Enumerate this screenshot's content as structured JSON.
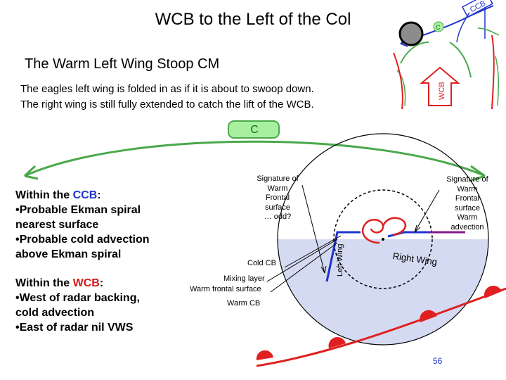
{
  "slide": {
    "title": "WCB to the Left of the Col",
    "subtitle": "The Warm Left Wing Stoop CM",
    "description_line1": "The eagles left wing is folded in as if it is about to swoop down.",
    "description_line2": "The right wing is still fully extended to catch the lift of the WCB.",
    "page_number": "56"
  },
  "ccb_panel": {
    "heading_prefix": "Within the ",
    "heading_term": "CCB",
    "heading_suffix": ":",
    "bullet1": "•Probable Ekman spiral",
    "bullet1b": "nearest surface",
    "bullet2": "•Probable cold advection",
    "bullet2b": "above Ekman spiral"
  },
  "wcb_panel": {
    "heading_prefix": "Within the ",
    "heading_term": "WCB",
    "heading_suffix": ":",
    "bullet1": "•West of radar backing,",
    "bullet1b": "cold advection",
    "bullet2": "•East of radar nil VWS"
  },
  "diagram": {
    "c_label": "C",
    "signature_left": [
      "Signature of",
      "Warm",
      "Frontal",
      "surface",
      "… odd?"
    ],
    "signature_right": [
      "Signature of",
      "Warm",
      "Frontal",
      "surface",
      "Warm",
      "advection"
    ],
    "cold_cb": "Cold CB",
    "mixing_layer": "Mixing layer",
    "warm_frontal_surface": "Warm frontal surface",
    "warm_cb": "Warm CB",
    "right_wing": "Right Wing",
    "left_wing": "Left Wing"
  },
  "inset": {
    "ccb_label": "CCB",
    "wcb_label": "WCB",
    "col_label": "C"
  },
  "colors": {
    "green": "#4aa84a",
    "green_fill": "#a8f0a0",
    "blue": "#1f33cc",
    "red": "#e02020",
    "radar_fill": "#cfd6ef",
    "purple": "#8a1a8a"
  }
}
